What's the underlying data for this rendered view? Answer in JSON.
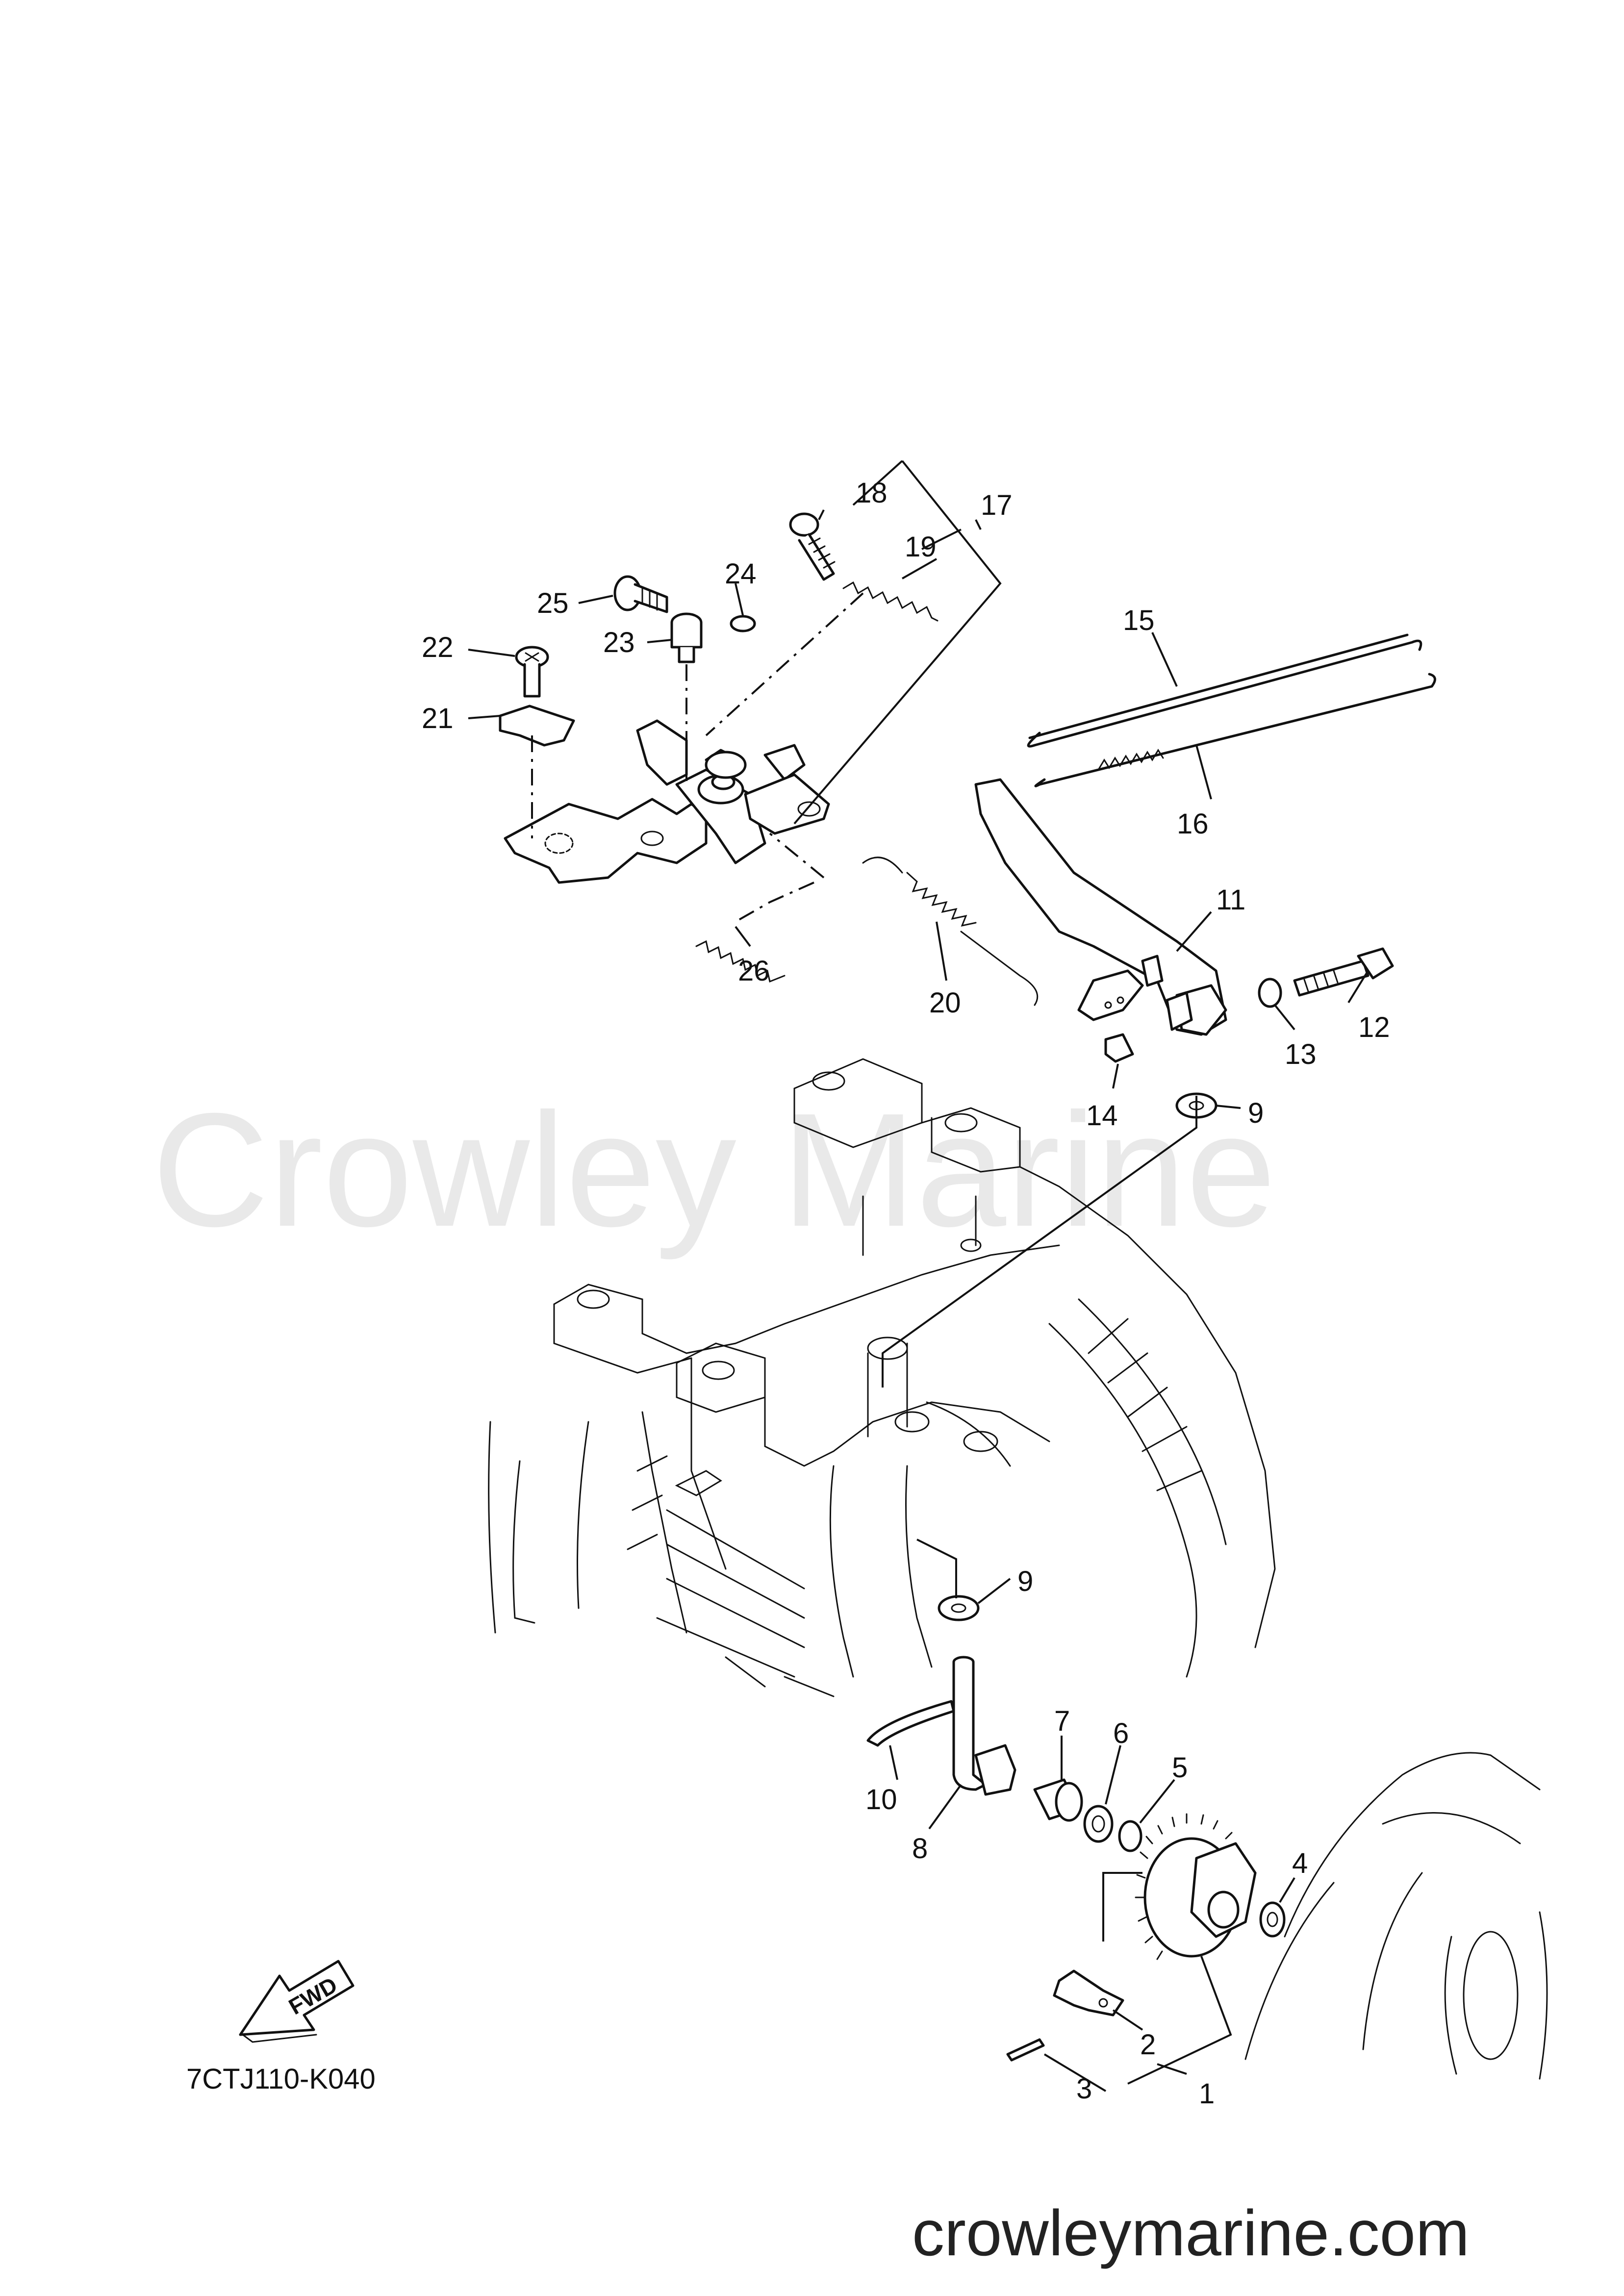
{
  "watermark": "Crowley Marine",
  "website": "crowleymarine.com",
  "diagram_code": "7CTJ110-K040",
  "fwd_label": "FWD",
  "callouts": [
    {
      "id": "1",
      "label": "1"
    },
    {
      "id": "2",
      "label": "2"
    },
    {
      "id": "3",
      "label": "3"
    },
    {
      "id": "4",
      "label": "4"
    },
    {
      "id": "5",
      "label": "5"
    },
    {
      "id": "6",
      "label": "6"
    },
    {
      "id": "7",
      "label": "7"
    },
    {
      "id": "8",
      "label": "8"
    },
    {
      "id": "9a",
      "label": "9"
    },
    {
      "id": "9b",
      "label": "9"
    },
    {
      "id": "10",
      "label": "10"
    },
    {
      "id": "11",
      "label": "11"
    },
    {
      "id": "12",
      "label": "12"
    },
    {
      "id": "13",
      "label": "13"
    },
    {
      "id": "14",
      "label": "14"
    },
    {
      "id": "15",
      "label": "15"
    },
    {
      "id": "16",
      "label": "16"
    },
    {
      "id": "17",
      "label": "17"
    },
    {
      "id": "18",
      "label": "18"
    },
    {
      "id": "19",
      "label": "19"
    },
    {
      "id": "20",
      "label": "20"
    },
    {
      "id": "21",
      "label": "21"
    },
    {
      "id": "22",
      "label": "22"
    },
    {
      "id": "23",
      "label": "23"
    },
    {
      "id": "24",
      "label": "24"
    },
    {
      "id": "25",
      "label": "25"
    },
    {
      "id": "26",
      "label": "26"
    }
  ]
}
